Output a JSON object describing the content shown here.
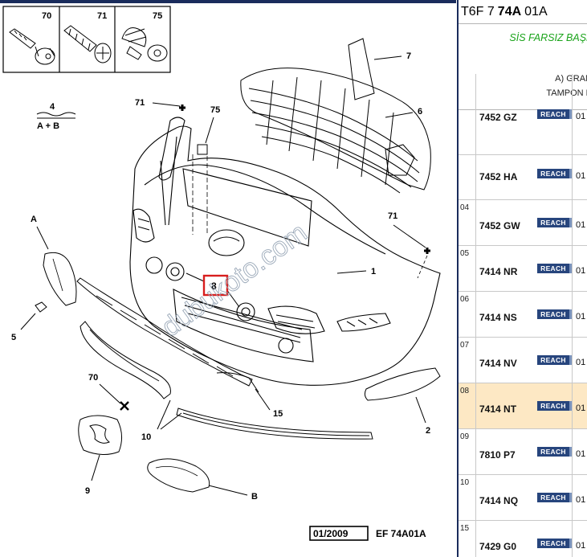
{
  "diagram": {
    "callouts": {
      "c70_box": "70",
      "c71_box": "71",
      "c75_box": "75",
      "c4": "4",
      "c4_sub": "A + B",
      "c71_top": "71",
      "c75_mid": "75",
      "c7": "7",
      "c6": "6",
      "c71_right": "71",
      "cA": "A",
      "c1": "1",
      "c8": "8",
      "c5": "5",
      "c70_mid": "70",
      "c15": "15",
      "c2": "2",
      "c10": "10",
      "c9": "9",
      "cB": "B"
    },
    "watermark": "dubukoto.com",
    "footer_date": "01/2009",
    "footer_ref": "EF 74A01A"
  },
  "panel": {
    "ref_prefix": "T6F 7",
    "ref_bold": "74A",
    "ref_suffix": "01A",
    "desc_title": "SİS FARSIZ BAŞL",
    "desc_line1": "A) GRAN",
    "desc_line2": "TAMPON K",
    "badge_label": "REACH",
    "rows": [
      {
        "idx": "",
        "ref": "7452 GZ",
        "qty": "01",
        "highlight": false
      },
      {
        "idx": "",
        "ref": "7452 HA",
        "qty": "01",
        "highlight": false
      },
      {
        "idx": "04",
        "ref": "7452 GW",
        "qty": "01",
        "highlight": false
      },
      {
        "idx": "05",
        "ref": "7414 NR",
        "qty": "01",
        "highlight": false
      },
      {
        "idx": "06",
        "ref": "7414 NS",
        "qty": "01",
        "highlight": false
      },
      {
        "idx": "07",
        "ref": "7414 NV",
        "qty": "01",
        "highlight": false
      },
      {
        "idx": "08",
        "ref": "7414 NT",
        "qty": "01",
        "highlight": true
      },
      {
        "idx": "09",
        "ref": "7810 P7",
        "qty": "01",
        "highlight": false
      },
      {
        "idx": "10",
        "ref": "7414 NQ",
        "qty": "01",
        "highlight": false
      },
      {
        "idx": "15",
        "ref": "7429 G0",
        "qty": "01",
        "highlight": false
      }
    ]
  },
  "colors": {
    "accent_navy": "#1a2c5c",
    "badge_blue": "#27457d",
    "highlight_row": "#fde8c4",
    "highlight_box": "#d81e1e",
    "title_green": "#1aa31a"
  }
}
